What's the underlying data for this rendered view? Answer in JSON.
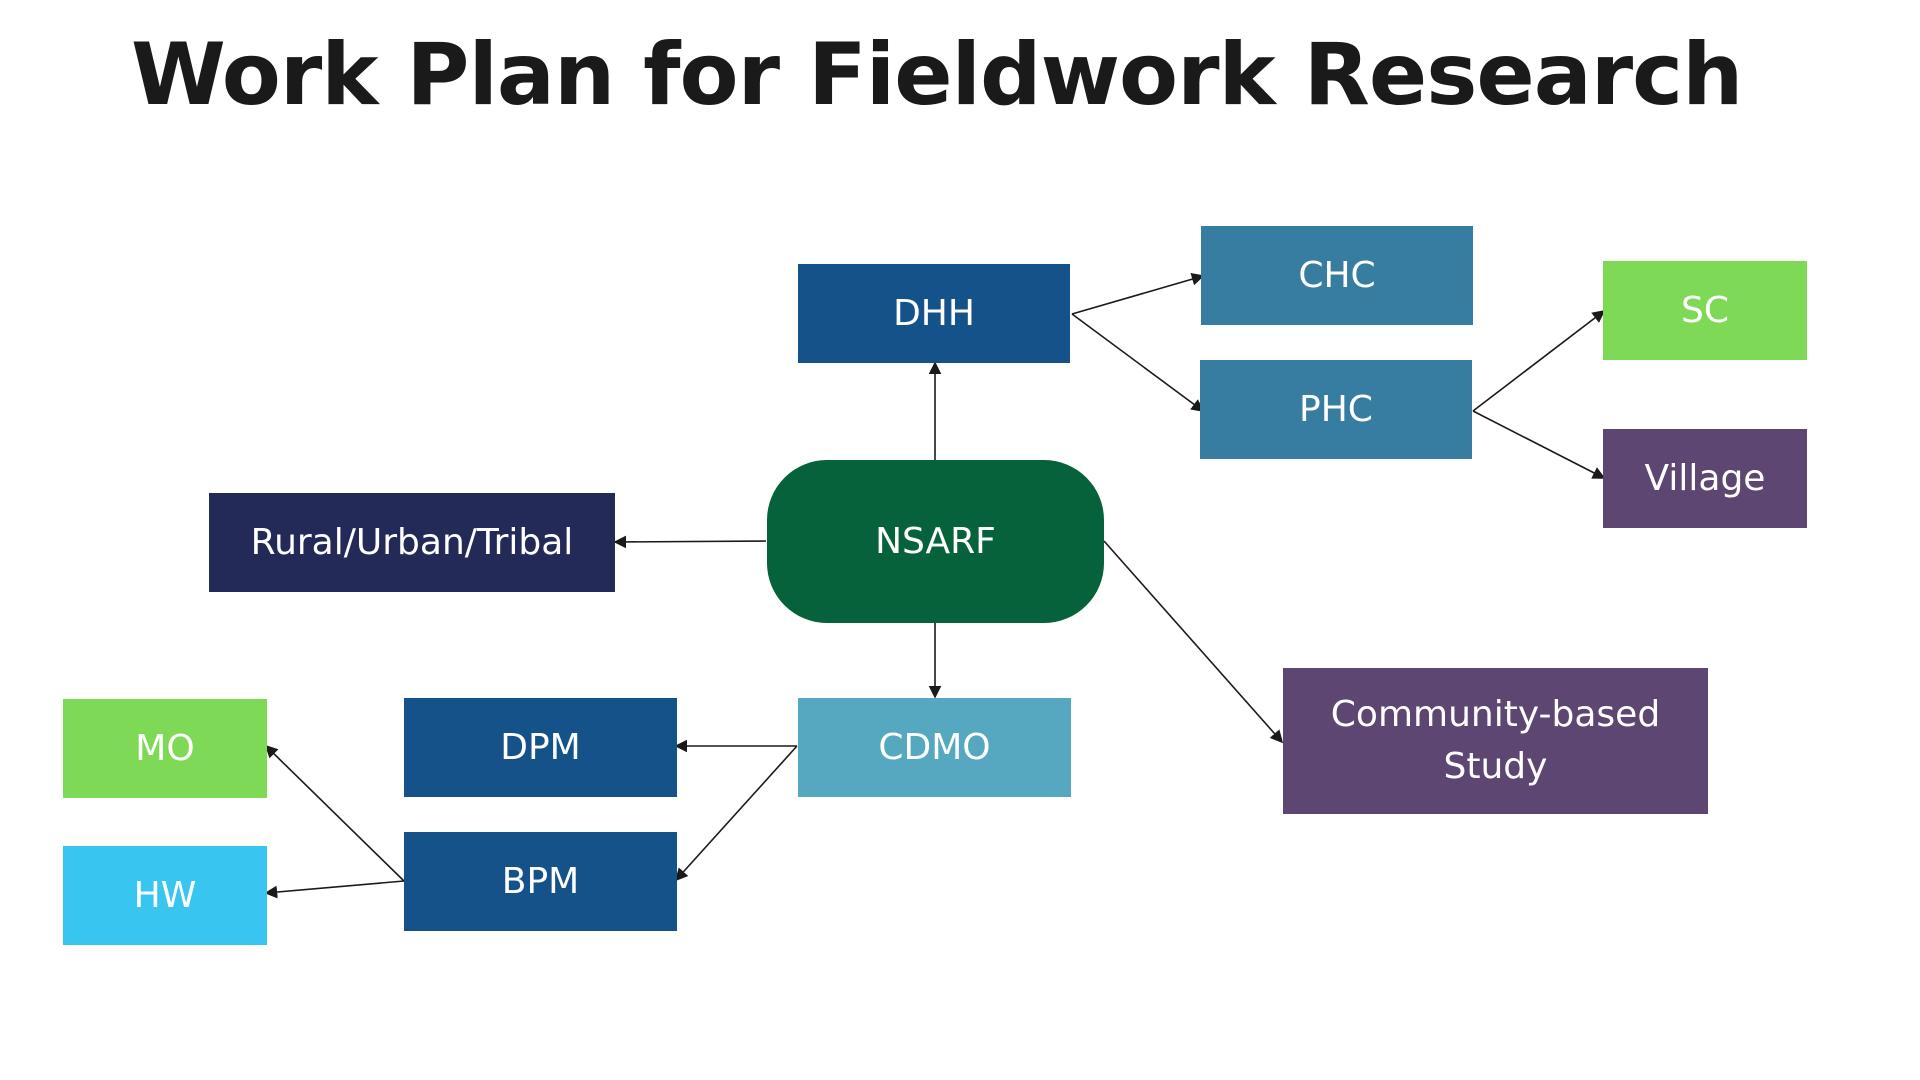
{
  "title": "Work Plan for Fieldwork Research",
  "colors": {
    "dark_blue": "#15528a",
    "steel_blue": "#377ca1",
    "light_blue": "#55a8bf",
    "navy": "#232a58",
    "dark_green": "#05623a",
    "lime_green": "#7ed957",
    "purple": "#5e4673",
    "cyan": "#38c6f0",
    "arrow": "#1a1a1a"
  },
  "nodes": {
    "nsarf": "NSARF",
    "dhh": "DHH",
    "chc": "CHC",
    "phc": "PHC",
    "sc": "SC",
    "village": "Village",
    "rural_urban_tribal": "Rural/Urban/Tribal",
    "community_based_study": "Community-based Study",
    "cdmo": "CDMO",
    "dpm": "DPM",
    "bpm": "BPM",
    "mo": "MO",
    "hw": "HW"
  }
}
